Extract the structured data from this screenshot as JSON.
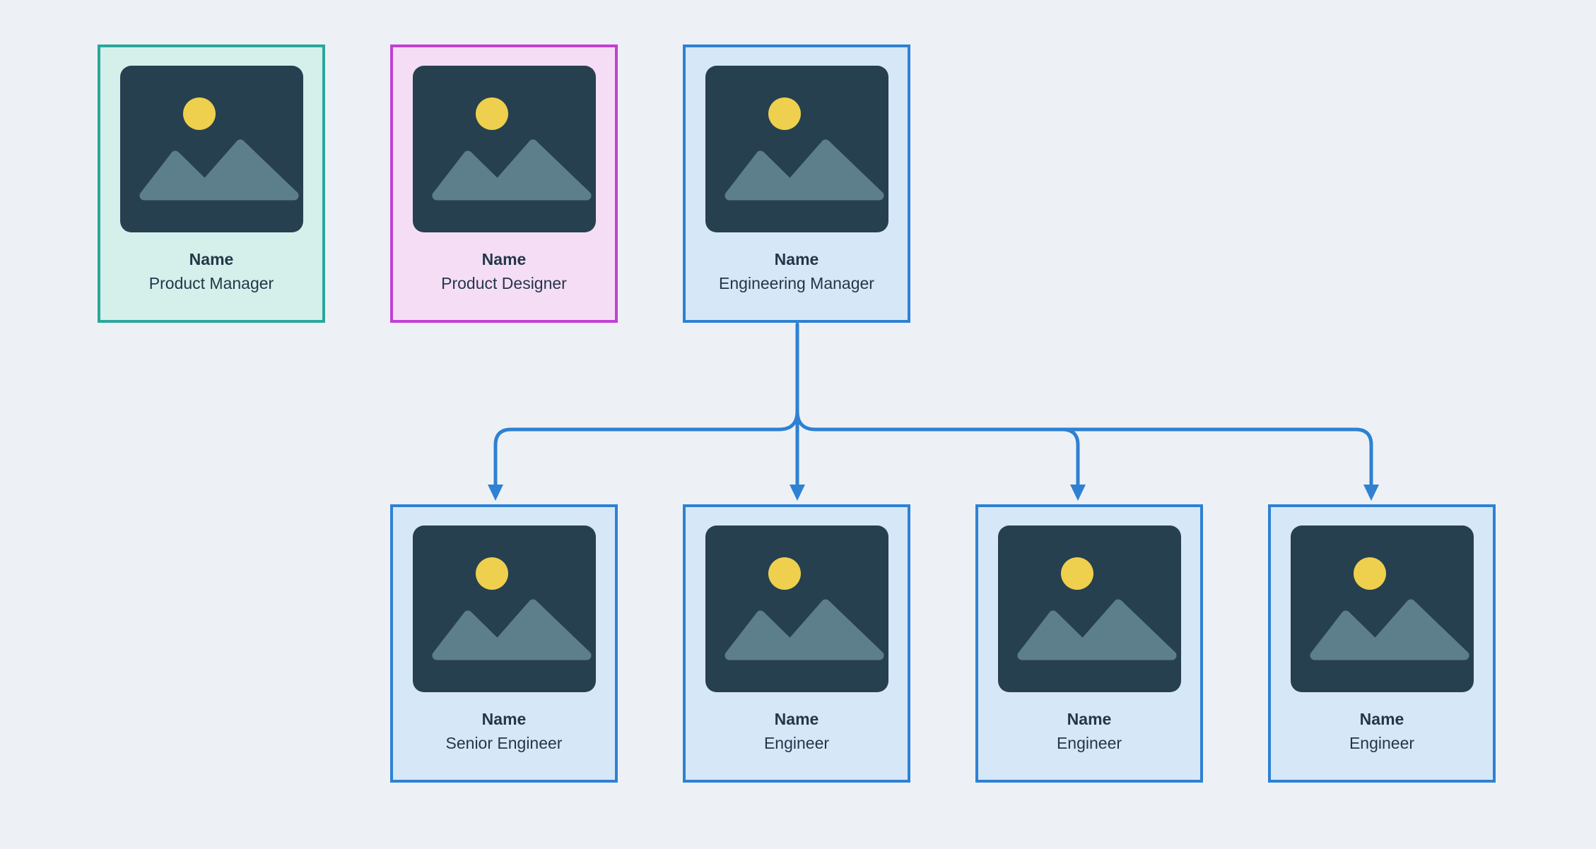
{
  "diagram": {
    "type": "org-chart",
    "background": "#edf1f5",
    "text_color": "#24374a",
    "connector": {
      "color": "#2e81d3",
      "style": "rounded-elbow-arrows-down"
    },
    "placeholder_icon": {
      "frame": "#27404f",
      "sun": "#eed04e",
      "mountain_left": "#5d7f8c",
      "mountain_right": "#5d7f8c"
    }
  },
  "cards": [
    {
      "id": "product-manager",
      "name": "Name",
      "role": "Product Manager",
      "border": "#2aa79c",
      "bg": "#d5efeb"
    },
    {
      "id": "product-designer",
      "name": "Name",
      "role": "Product Designer",
      "border": "#c13fd3",
      "bg": "#f5ddf6"
    },
    {
      "id": "engineering-manager",
      "name": "Name",
      "role": "Engineering Manager",
      "border": "#2e81d3",
      "bg": "#d6e7f7"
    },
    {
      "id": "senior-engineer",
      "name": "Name",
      "role": "Senior Engineer",
      "border": "#2e81d3",
      "bg": "#d6e7f7"
    },
    {
      "id": "engineer-1",
      "name": "Name",
      "role": "Engineer",
      "border": "#2e81d3",
      "bg": "#d6e7f7"
    },
    {
      "id": "engineer-2",
      "name": "Name",
      "role": "Engineer",
      "border": "#2e81d3",
      "bg": "#d6e7f7"
    },
    {
      "id": "engineer-3",
      "name": "Name",
      "role": "Engineer",
      "border": "#2e81d3",
      "bg": "#d6e7f7"
    }
  ],
  "hierarchy": {
    "parent_role": "Engineering Manager",
    "child_roles": [
      "Senior Engineer",
      "Engineer",
      "Engineer",
      "Engineer"
    ]
  }
}
